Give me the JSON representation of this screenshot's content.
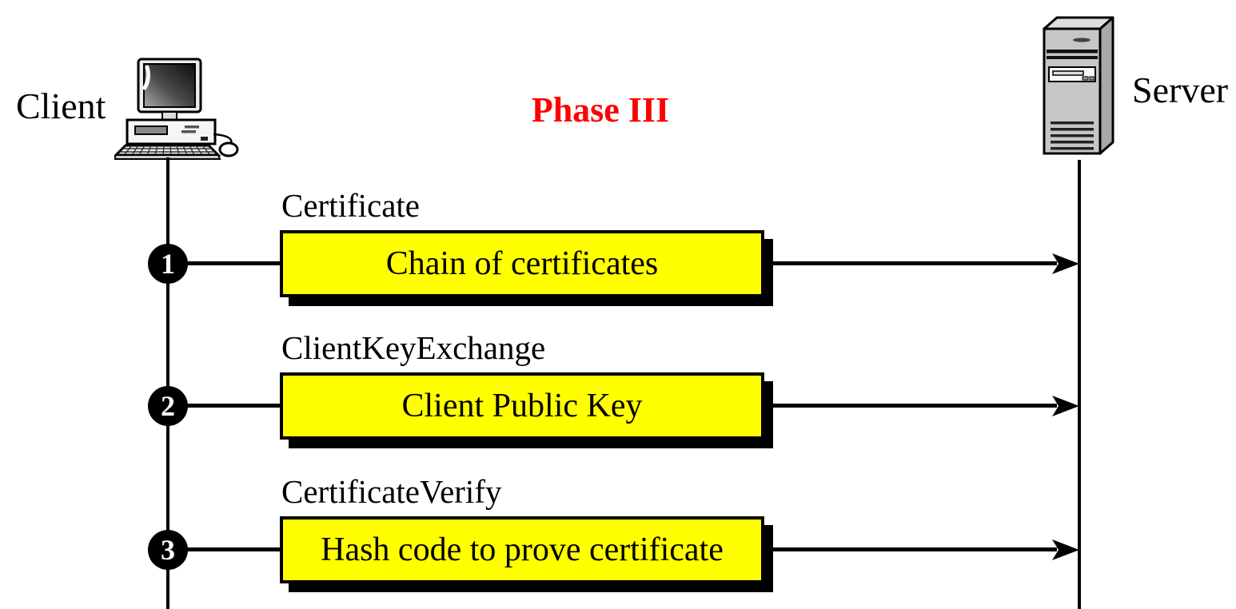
{
  "diagram": {
    "phase": {
      "label": "Phase III"
    },
    "actors": {
      "client": {
        "label": "Client"
      },
      "server": {
        "label": "Server"
      }
    },
    "messages": [
      {
        "number": "1",
        "label": "Certificate",
        "payload": "Chain of certificates"
      },
      {
        "number": "2",
        "label": "ClientKeyExchange",
        "payload": "Client Public Key"
      },
      {
        "number": "3",
        "label": "CertificateVerify",
        "payload": "Hash code to prove certificate"
      }
    ],
    "colors": {
      "accent-red": "#fe0000",
      "payload-yellow": "#ffff00",
      "ink": "#000000"
    }
  }
}
